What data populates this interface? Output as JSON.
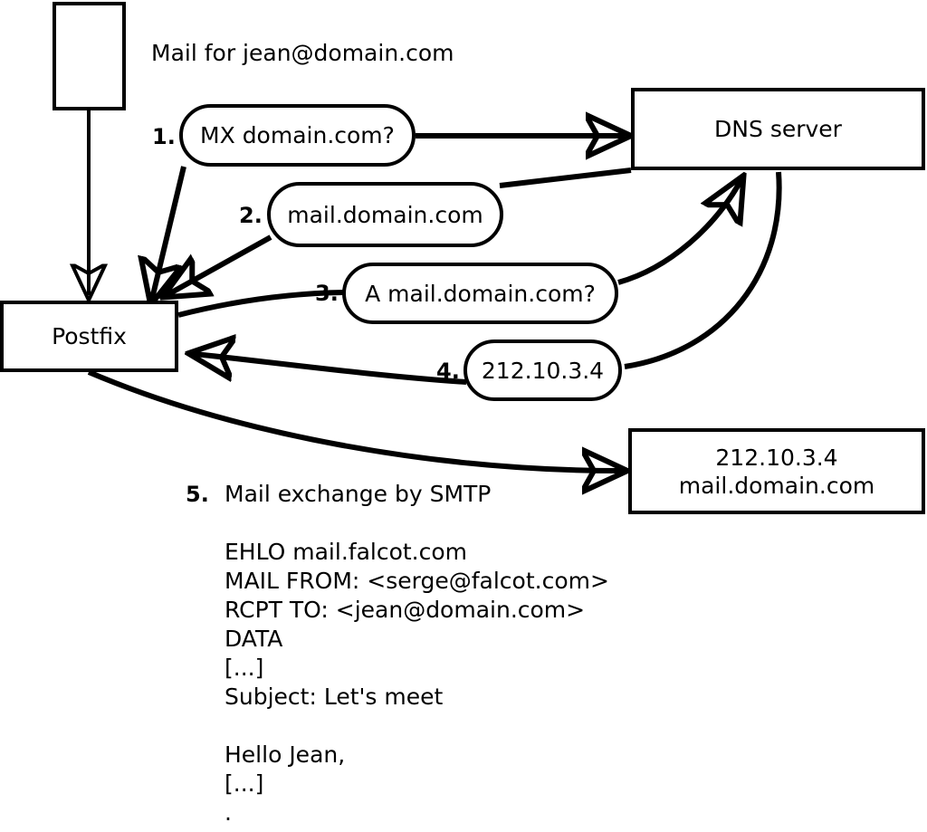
{
  "diagram": {
    "title_note": "Mail for jean@domain.com",
    "nodes": {
      "mail_source": {
        "label": ""
      },
      "postfix": {
        "label": "Postfix"
      },
      "dns_server": {
        "label": "DNS server"
      },
      "remote_mx_line1": "212.10.3.4",
      "remote_mx_line2": "mail.domain.com"
    },
    "steps": [
      {
        "num": "1.",
        "label": "MX domain.com?"
      },
      {
        "num": "2.",
        "label": "mail.domain.com"
      },
      {
        "num": "3.",
        "label": "A mail.domain.com?"
      },
      {
        "num": "4.",
        "label": "212.10.3.4"
      },
      {
        "num": "5.",
        "label": "Mail exchange by SMTP"
      }
    ],
    "smtp_transcript": [
      "EHLO mail.falcot.com",
      "MAIL FROM: <serge@falcot.com>",
      "RCPT TO: <jean@domain.com>",
      "DATA",
      "[...]",
      "Subject: Let's meet",
      "",
      "Hello Jean,",
      "[...]",
      "."
    ],
    "colors": {
      "stroke": "#000000",
      "fill": "#ffffff",
      "text": "#000000"
    }
  }
}
